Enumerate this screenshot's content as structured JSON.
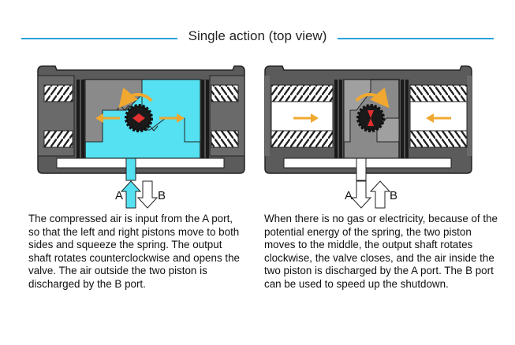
{
  "title": "Single action (top view)",
  "colors": {
    "accent_rule": "#29a3dc",
    "air": "#55e1f2",
    "body": "#5a5a5a",
    "shaft": "#e03030",
    "rotation_arrow": "#f0a830"
  },
  "left_panel": {
    "port_a": "A",
    "port_b": "B",
    "description": "The compressed air is input from the A port, so that the left and right pistons move to both sides and squeeze the spring. The output shaft rotates counterclockwise and opens the valve. The air outside the two piston is discharged by the B port."
  },
  "right_panel": {
    "port_a": "A",
    "port_b": "B",
    "description": "When there is no gas or electricity, because of the potential energy of the spring, the two piston moves to the middle, the output shaft rotates clockwise, the valve closes, and the air inside the two piston is discharged by the A port. The B port can be used to speed up the shutdown."
  }
}
